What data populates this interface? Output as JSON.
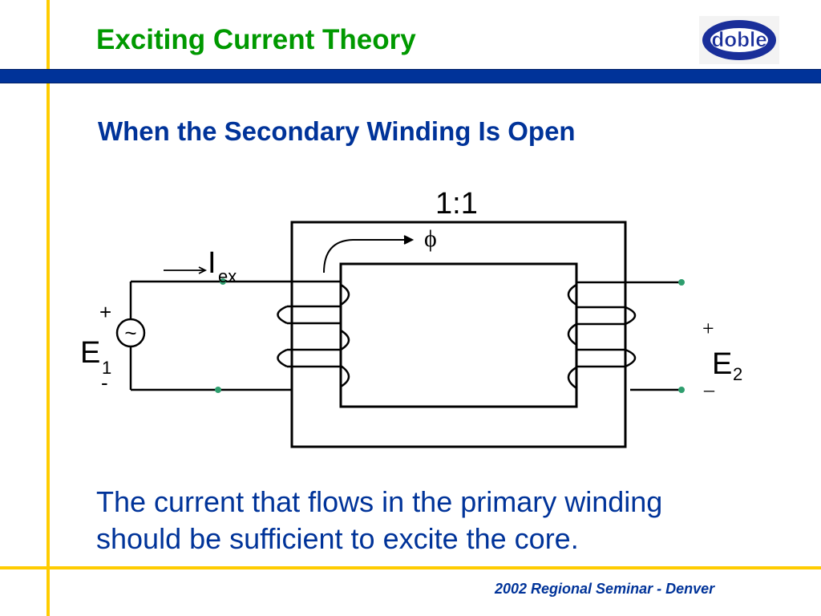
{
  "slide": {
    "title": "Exciting Current Theory",
    "subtitle": "When the Secondary Winding Is Open",
    "body": "The current that flows in the primary winding should be sufficient to excite the core.",
    "footer": "2002 Regional Seminar - Denver"
  },
  "logo": {
    "text": "doble"
  },
  "diagram": {
    "ratio": "1:1",
    "flux_symbol": "ϕ",
    "current_label": "I",
    "current_sub": "ex",
    "source_symbol": "~",
    "primary": {
      "voltage": "E",
      "sub": "1",
      "plus": "+",
      "minus": "-"
    },
    "secondary": {
      "voltage": "E",
      "sub": "2",
      "plus": "+",
      "minus": "–"
    }
  },
  "colors": {
    "title": "#009900",
    "text_blue": "#003399",
    "band_blue": "#003399",
    "accent_yellow": "#ffcc00",
    "terminal_green": "#2e9e6e"
  }
}
